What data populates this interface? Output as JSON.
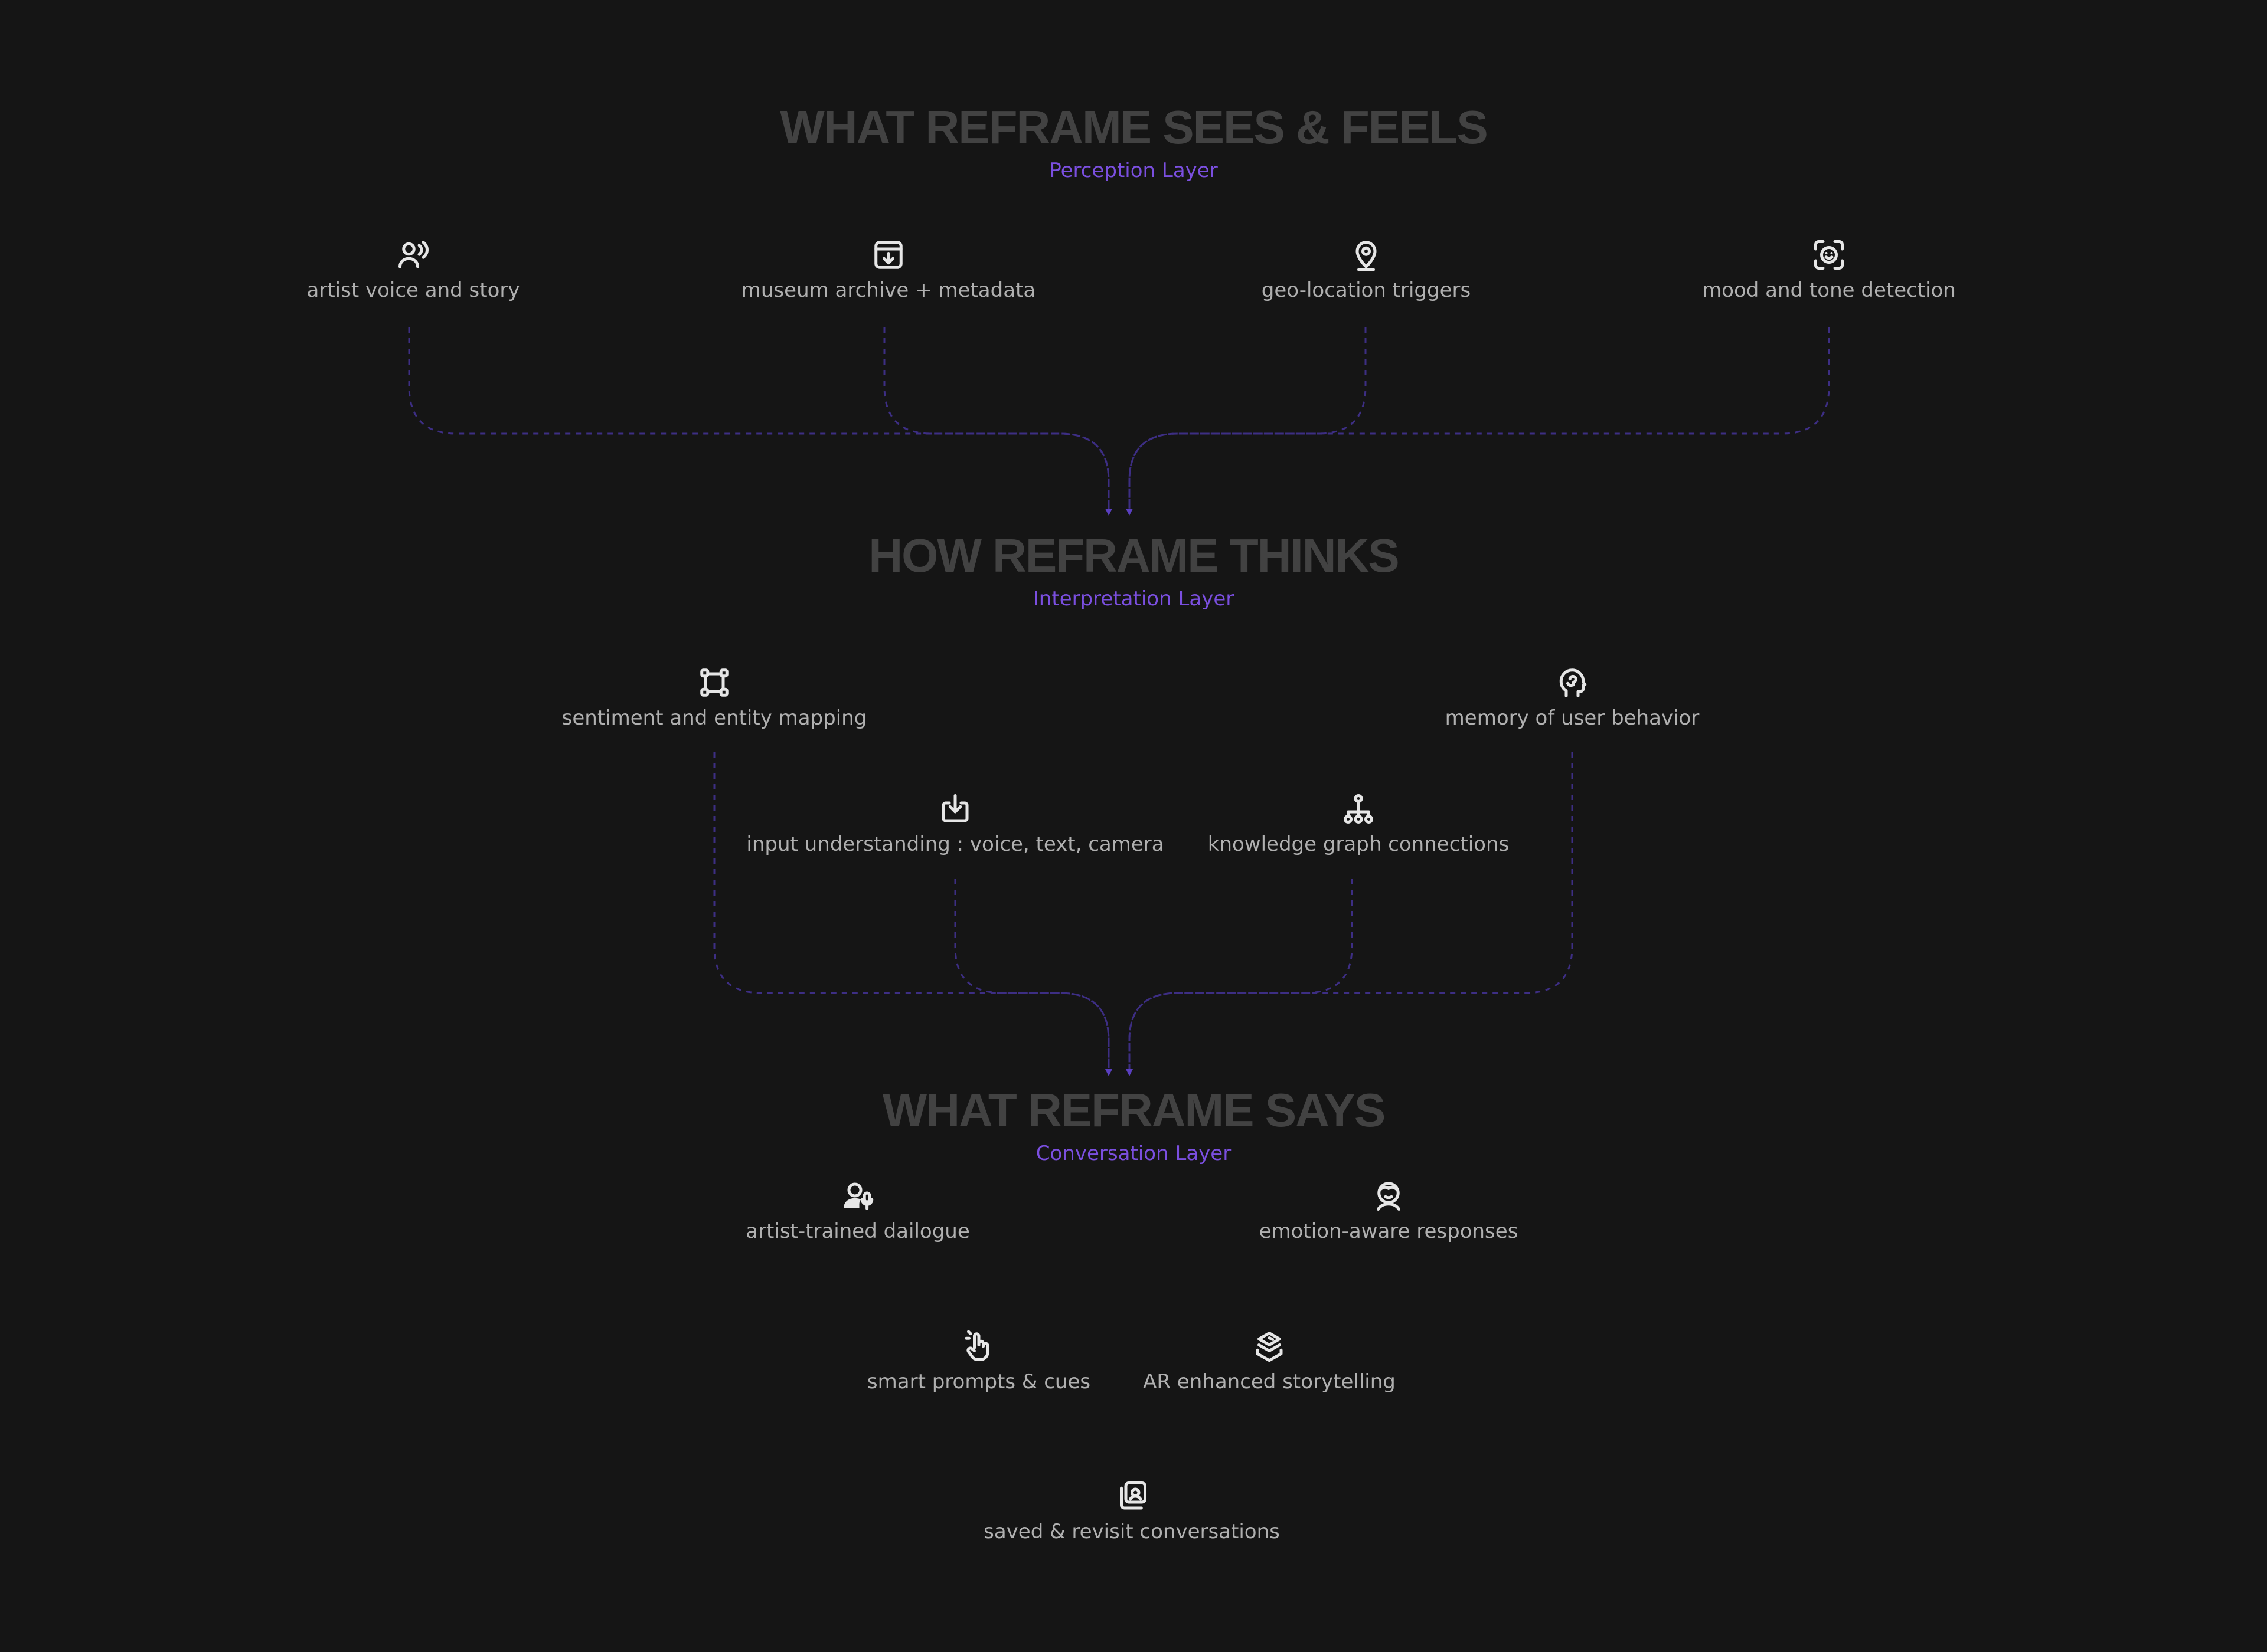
{
  "perception": {
    "title": "WHAT REFRAME SEES & FEELS",
    "subtitle": "Perception Layer",
    "items": [
      {
        "label": "artist voice and story",
        "icon": "speaking-person-icon"
      },
      {
        "label": "museum archive + metadata",
        "icon": "archive-download-icon"
      },
      {
        "label": "geo-location triggers",
        "icon": "map-pin-icon"
      },
      {
        "label": "mood and tone detection",
        "icon": "face-scan-icon"
      }
    ]
  },
  "interpretation": {
    "title": "HOW REFRAME THINKS",
    "subtitle": "Interpretation Layer",
    "items": [
      {
        "label": "sentiment and entity mapping",
        "icon": "bounding-box-icon"
      },
      {
        "label": "memory of user behavior",
        "icon": "brain-head-icon"
      },
      {
        "label": "input understanding : voice, text, camera",
        "icon": "download-tray-icon"
      },
      {
        "label": "knowledge graph connections",
        "icon": "hierarchy-icon"
      }
    ]
  },
  "conversation": {
    "title": "WHAT REFRAME SAYS",
    "subtitle": "Conversation Layer",
    "items": [
      {
        "label": "artist-trained dailogue",
        "icon": "user-mic-icon"
      },
      {
        "label": "emotion-aware responses",
        "icon": "emotion-face-icon"
      },
      {
        "label": "smart prompts & cues",
        "icon": "hand-tap-icon"
      },
      {
        "label": "AR enhanced storytelling",
        "icon": "ar-layers-icon"
      },
      {
        "label": "saved & revisit conversations",
        "icon": "photo-stack-icon"
      }
    ]
  },
  "colors": {
    "background": "#151515",
    "title": "#424242",
    "accent": "#7b4fe0",
    "label": "#b0b0b0",
    "connector": "#3d2e84"
  }
}
